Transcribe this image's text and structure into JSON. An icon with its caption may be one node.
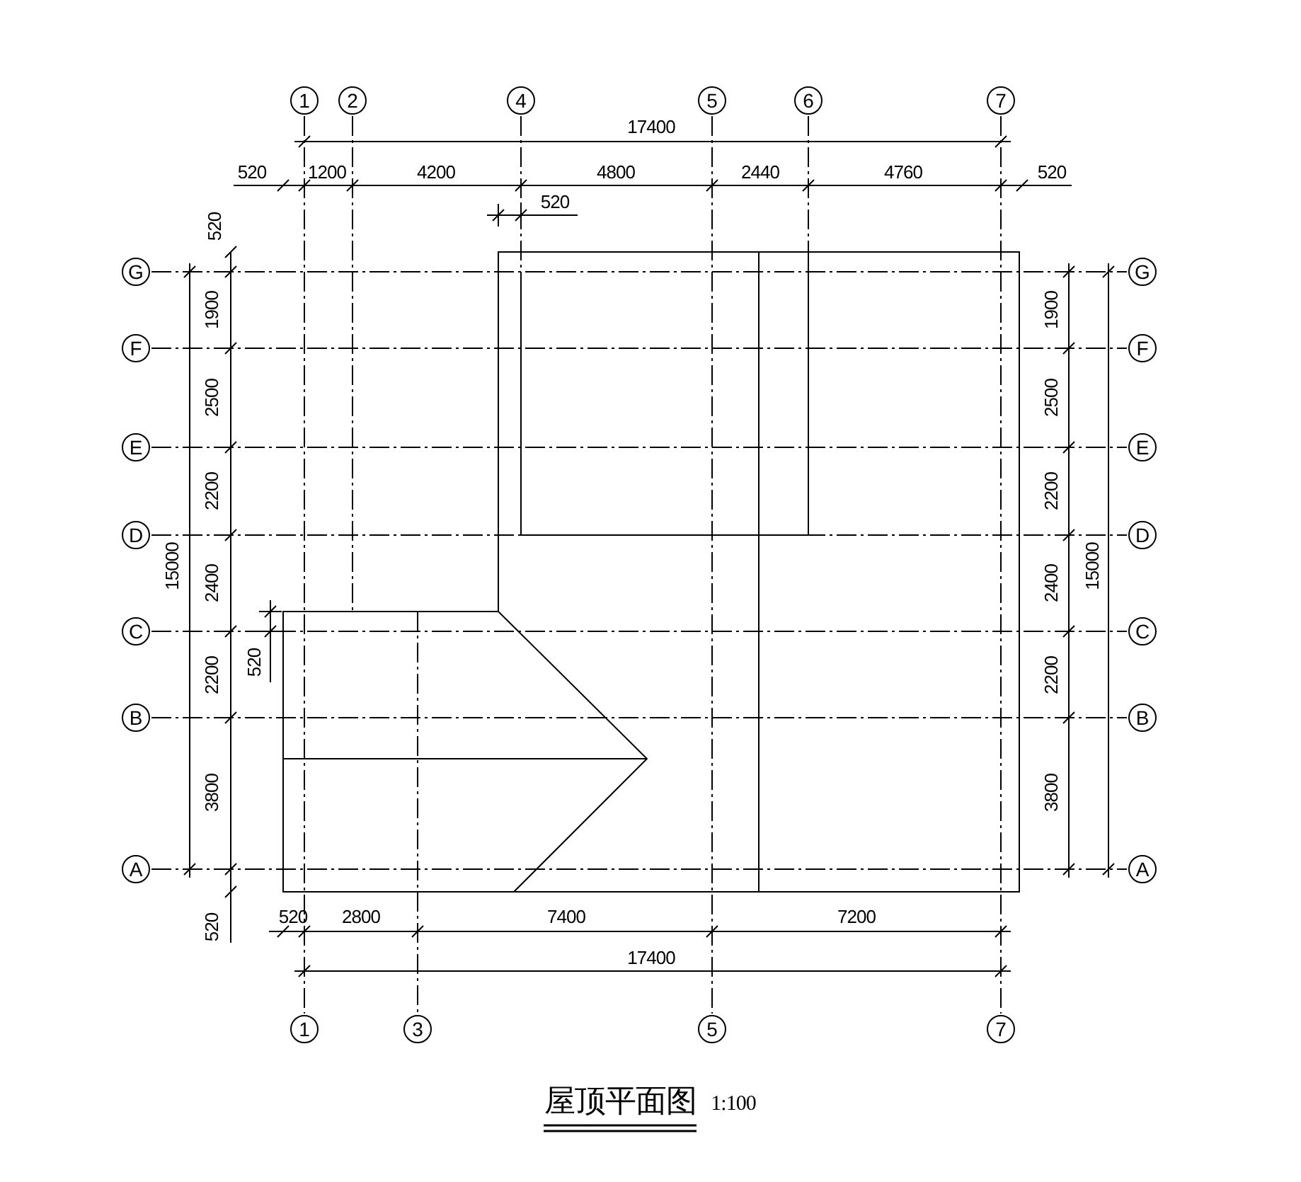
{
  "diagram": {
    "title": "屋顶平面图",
    "nodes": [
      {
        "text": [
          "1"
        ]
      },
      {
        "text": [
          "2"
        ]
      },
      {
        "text": [
          "4"
        ]
      },
      {
        "text": [
          "5"
        ]
      },
      {
        "text": [
          "6"
        ]
      },
      {
        "text": [
          "7"
        ]
      },
      {
        "text": [
          "G"
        ]
      },
      {
        "text": [
          "G"
        ]
      },
      {
        "text": [
          "F"
        ]
      },
      {
        "text": [
          "F"
        ]
      },
      {
        "text": [
          "E"
        ]
      },
      {
        "text": [
          "E"
        ]
      },
      {
        "text": [
          "D"
        ]
      },
      {
        "text": [
          "D"
        ]
      },
      {
        "text": [
          "C"
        ]
      },
      {
        "text": [
          "C"
        ]
      },
      {
        "text": [
          "B"
        ]
      },
      {
        "text": [
          "B"
        ]
      },
      {
        "text": [
          "A"
        ]
      },
      {
        "text": [
          "A"
        ]
      },
      {
        "text": [
          "1"
        ]
      },
      {
        "text": [
          "3"
        ]
      },
      {
        "text": [
          "5"
        ]
      },
      {
        "text": [
          "7"
        ]
      }
    ],
    "edges": [],
    "labels": [
      "17400",
      "520",
      "1200",
      "4200",
      "4800",
      "2440",
      "4760",
      "520",
      "520",
      "520",
      "1900",
      "2500",
      "2200",
      "15000",
      "2400",
      "2200",
      "520",
      "3800",
      "520",
      "1900",
      "2500",
      "2200",
      "2400",
      "15000",
      "2200",
      "3800",
      "520",
      "2800",
      "7400",
      "7200",
      "17400",
      "1:100"
    ]
  }
}
